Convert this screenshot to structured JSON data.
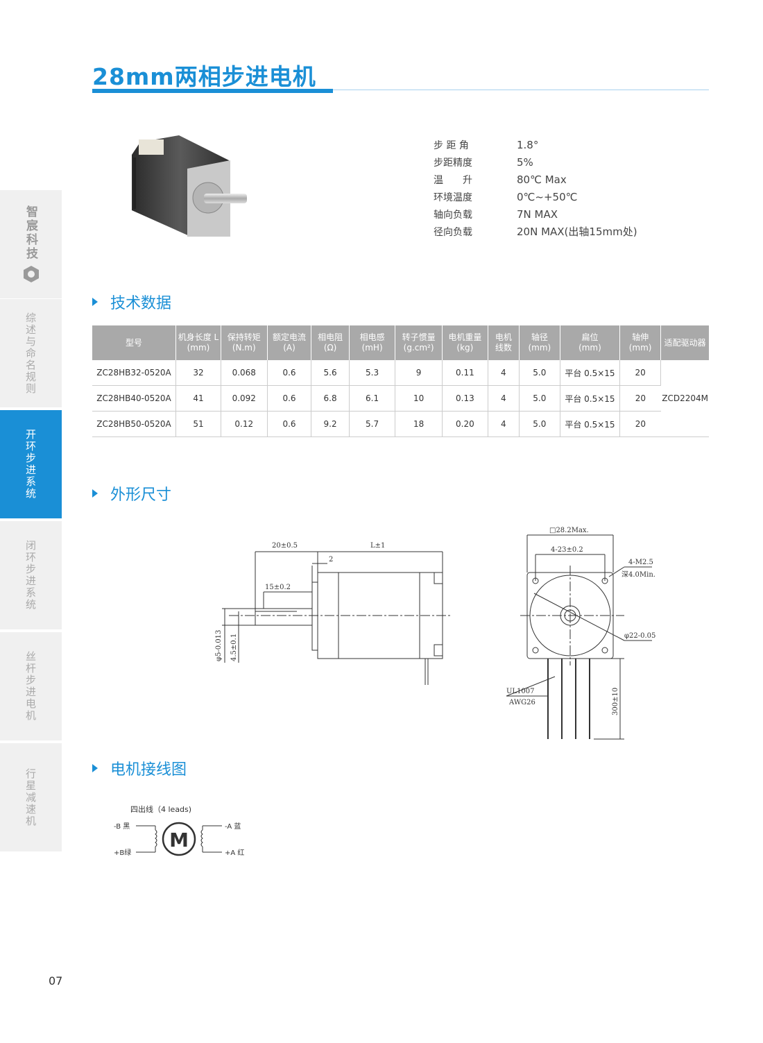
{
  "page": {
    "title": "28mm两相步进电机",
    "page_number": "07"
  },
  "sidebar": {
    "logo_text": "智宸科技",
    "items": [
      {
        "label": "综述与命名规则",
        "active": false
      },
      {
        "label": "开环步进系统",
        "active": true
      },
      {
        "label": "闭环步进系统",
        "active": false
      },
      {
        "label": "丝杆步进电机",
        "active": false
      },
      {
        "label": "行星减速机",
        "active": false
      }
    ]
  },
  "specs": [
    {
      "label": "步 距 角",
      "value": "1.8°"
    },
    {
      "label": "步距精度",
      "value": "5%"
    },
    {
      "label": "温　　升",
      "value": "80℃ Max"
    },
    {
      "label": "环境温度",
      "value": "0℃~+50℃"
    },
    {
      "label": "轴向负载",
      "value": "7N MAX"
    },
    {
      "label": "径向负载",
      "value": "20N MAX(出轴15mm处)"
    }
  ],
  "sections": {
    "tech": "技术数据",
    "dims": "外形尺寸",
    "wiring": "电机接线图"
  },
  "table": {
    "headers": [
      [
        "型号",
        ""
      ],
      [
        "机身长度 L",
        "(mm)"
      ],
      [
        "保持转矩",
        "(N.m)"
      ],
      [
        "额定电流",
        "(A)"
      ],
      [
        "相电阻",
        "(Ω)"
      ],
      [
        "相电感",
        "(mH)"
      ],
      [
        "转子惯量",
        "(g.cm²)"
      ],
      [
        "电机重量",
        "(kg)"
      ],
      [
        "电机",
        "线数"
      ],
      [
        "轴径",
        "(mm)"
      ],
      [
        "扁位",
        "(mm)"
      ],
      [
        "轴伸",
        "(mm)"
      ],
      [
        "适配驱动器",
        ""
      ]
    ],
    "rows": [
      [
        "ZC28HB32-0520A",
        "32",
        "0.068",
        "0.6",
        "5.6",
        "5.3",
        "9",
        "0.11",
        "4",
        "5.0",
        "平台 0.5×15",
        "20"
      ],
      [
        "ZC28HB40-0520A",
        "41",
        "0.092",
        "0.6",
        "6.8",
        "6.1",
        "10",
        "0.13",
        "4",
        "5.0",
        "平台 0.5×15",
        "20"
      ],
      [
        "ZC28HB50-0520A",
        "51",
        "0.12",
        "0.6",
        "9.2",
        "5.7",
        "18",
        "0.20",
        "4",
        "5.0",
        "平台 0.5×15",
        "20"
      ]
    ],
    "driver": "ZCD2204M"
  },
  "drawing": {
    "dim_shaft_total": "20±0.5",
    "dim_body": "L±1",
    "dim_flange": "2",
    "dim_flat": "15±0.2",
    "dim_shaft_dia": "φ5-0.013",
    "dim_flat_h": "4.5±0.1",
    "dim_square": "□28.2Max.",
    "dim_holes": "4-23±0.2",
    "dim_thread": "4-M2.5",
    "dim_depth": "深4.0Min.",
    "dim_boss": "φ22-0.05",
    "wire_type": "UL1007",
    "wire_gauge": "AWG26",
    "wire_length": "300±10"
  },
  "wiring": {
    "title": "四出线（4 leads)",
    "b_minus": "-B 黑",
    "b_plus": "+B绿",
    "a_minus": "-A 蓝",
    "a_plus": "+A 红",
    "motor_symbol": "M"
  }
}
